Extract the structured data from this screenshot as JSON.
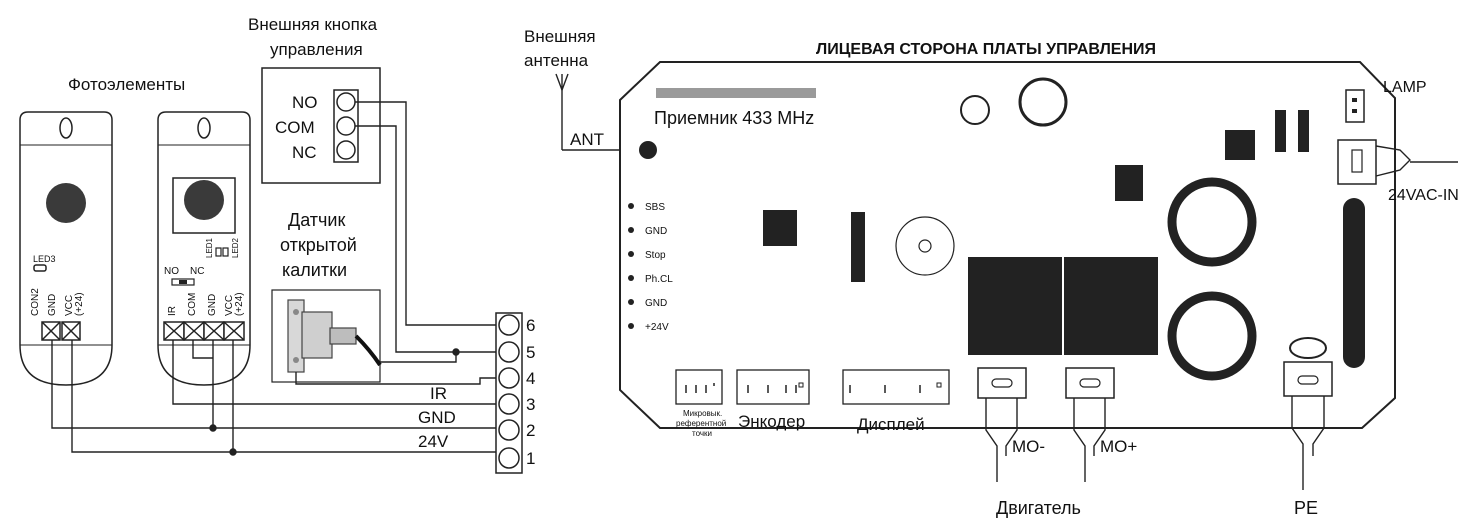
{
  "left": {
    "photocells_title": "Фотоэлементы",
    "ext_button_title_1": "Внешняя кнопка",
    "ext_button_title_2": "управления",
    "button_contacts": [
      "NO",
      "COM",
      "NC"
    ],
    "gate_sensor_title_1": "Датчик",
    "gate_sensor_title_2": "открытой",
    "gate_sensor_title_3": "калитки",
    "cell1_led": "LED3",
    "cell1_terms": [
      "CON2",
      "GND",
      "VCC",
      "(+24)"
    ],
    "cell2_leds": [
      "LED1",
      "LED2"
    ],
    "cell2_no": "NO",
    "cell2_nc": "NC",
    "cell2_terms": [
      "IR",
      "COM",
      "GND",
      "VCC",
      "(+24)"
    ],
    "bus_labels": {
      "ir": "IR",
      "gnd": "GND",
      "v24": "24V"
    },
    "terminal_numbers": [
      "6",
      "5",
      "4",
      "3",
      "2",
      "1"
    ]
  },
  "antenna": {
    "title_1": "Внешняя",
    "title_2": "антенна",
    "ant_label": "ANT"
  },
  "board": {
    "title": "ЛИЦЕВАЯ СТОРОНА ПЛАТЫ УПРАВЛЕНИЯ",
    "receiver": "Приемник 433 MHz",
    "lamp": "LAMP",
    "power_in": "24VAC-IN",
    "inputs": [
      "SBS",
      "GND",
      "Stop",
      "Ph.CL",
      "GND",
      "+24V"
    ],
    "conn_micro_1": "Микровык.",
    "conn_micro_2": "референтной",
    "conn_micro_3": "точки",
    "conn_encoder": "Энкодер",
    "conn_display": "Дисплей",
    "mo_minus": "MO-",
    "mo_plus": "MO+",
    "motor": "Двигатель",
    "pe": "PE"
  }
}
